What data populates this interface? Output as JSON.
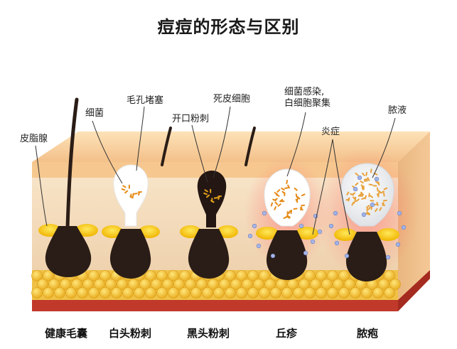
{
  "title": "痘痘的形态与区别",
  "callouts": {
    "sebaceous_gland": "皮脂腺",
    "bacteria": "细菌",
    "pore_blockage": "毛孔堵塞",
    "open_comedone": "开口粉刺",
    "dead_skin_cells": "死皮细胞",
    "bacterial_infection_line1": "细菌感染,",
    "bacterial_infection_line2": "白细胞聚集",
    "inflammation": "炎症",
    "pus": "脓液"
  },
  "stages": [
    {
      "label": "健康毛囊"
    },
    {
      "label": "白头粉刺"
    },
    {
      "label": "黑头粉刺"
    },
    {
      "label": "丘疹"
    },
    {
      "label": "脓疱"
    }
  ],
  "colors": {
    "skin_top": "#f6cf97",
    "dermis": "#f3d9b8",
    "fat": "#f2c23b",
    "muscle": "#c0392b",
    "hair": "#2b1d16",
    "sebum": "#f5c400"
  }
}
